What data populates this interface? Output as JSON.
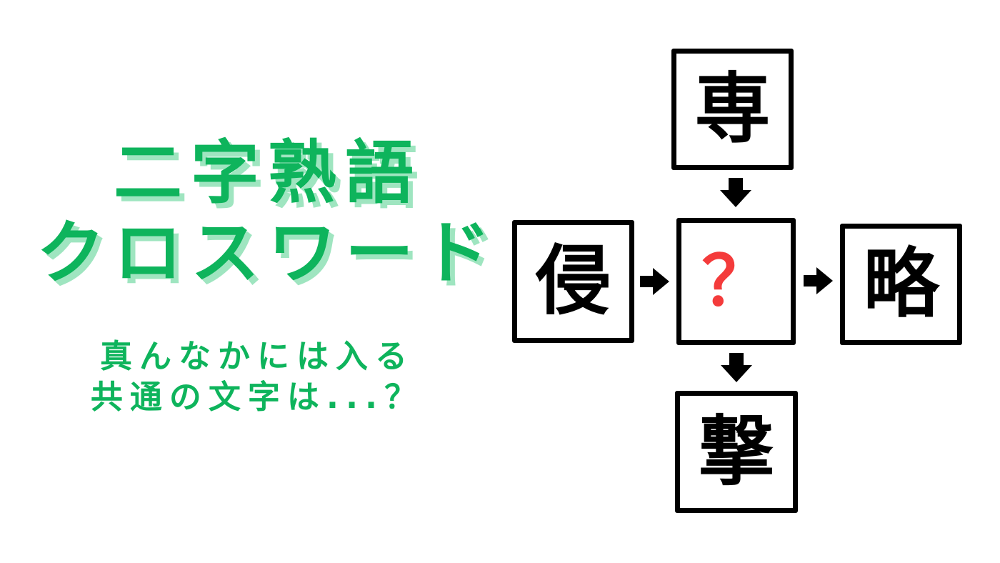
{
  "page": {
    "background": "#ffffff",
    "kind": "kanji-crossword-puzzle-graphic"
  },
  "title": {
    "line1": "二字熟語",
    "line2": "クロスワード",
    "color": "#0eb45c",
    "shadow_color": "#9fe5c0"
  },
  "subtitle": {
    "line1": "真んなかには入る",
    "line2": "共通の文字は...？",
    "color": "#0eb45c"
  },
  "puzzle": {
    "cells": {
      "top": "専",
      "left": "侵",
      "center": "？",
      "right": "略",
      "bottom": "撃"
    },
    "center_placeholder_color": "#f43b3b",
    "box_border_color": "#000000",
    "arrow_color": "#000000",
    "arrows": [
      {
        "name": "top-to-center",
        "direction": "down"
      },
      {
        "name": "left-to-center",
        "direction": "right"
      },
      {
        "name": "center-to-right",
        "direction": "right"
      },
      {
        "name": "center-to-bottom",
        "direction": "down"
      }
    ]
  }
}
